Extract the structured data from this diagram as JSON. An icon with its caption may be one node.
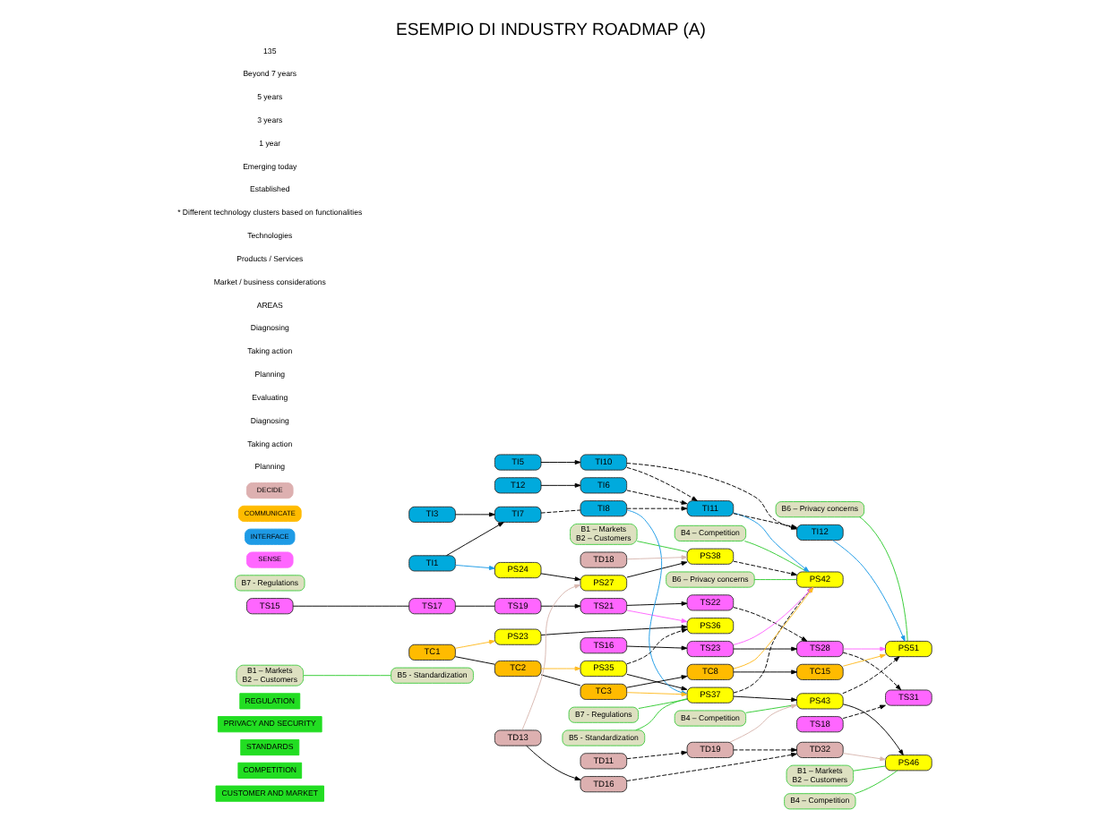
{
  "diagram": {
    "title": "ESEMPIO DI INDUSTRY ROADMAP (A)",
    "nodes": [
      {
        "text": [
          "CUSTOMER AND MARKET"
        ]
      },
      {
        "text": [
          "COMPETITION"
        ]
      },
      {
        "text": [
          "STANDARDS"
        ]
      },
      {
        "text": [
          "PRIVACY AND SECURITY"
        ]
      },
      {
        "text": [
          "REGULATION"
        ]
      },
      {
        "text": [
          "B1 – Markets",
          "B2 – Customers"
        ]
      },
      {
        "text": [
          "B4 – Competition"
        ]
      },
      {
        "text": [
          "B5 - Standardization"
        ]
      },
      {
        "text": [
          "B5 - Standardization"
        ]
      },
      {
        "text": [
          "B1 – Markets",
          "B2 – Customers"
        ]
      },
      {
        "text": [
          "B4 – Competition"
        ]
      },
      {
        "text": [
          "B6 – Privacy concerns"
        ]
      },
      {
        "text": [
          "B7 - Regulations"
        ]
      },
      {
        "text": [
          "B7 - Regulations"
        ]
      },
      {
        "text": [
          "B1 – Markets",
          "B2 – Customers"
        ]
      },
      {
        "text": [
          "B4 – Competition"
        ]
      },
      {
        "text": [
          "B6 – Privacy concerns"
        ]
      },
      {
        "text": [
          "PS23"
        ]
      },
      {
        "text": [
          "PS35"
        ]
      },
      {
        "text": [
          "PS24"
        ]
      },
      {
        "text": [
          "PS36"
        ]
      },
      {
        "text": [
          "PS27"
        ]
      },
      {
        "text": [
          "PS37"
        ]
      },
      {
        "text": [
          "PS38"
        ]
      },
      {
        "text": [
          "PS42"
        ]
      },
      {
        "text": [
          "PS43"
        ]
      },
      {
        "text": [
          "PS51"
        ]
      },
      {
        "text": [
          "PS46"
        ]
      },
      {
        "text": [
          "SENSE"
        ]
      },
      {
        "text": [
          "TS15"
        ]
      },
      {
        "text": [
          "TS17"
        ]
      },
      {
        "text": [
          "TS19"
        ]
      },
      {
        "text": [
          "TS21"
        ]
      },
      {
        "text": [
          "TS22"
        ]
      },
      {
        "text": [
          "TS16"
        ]
      },
      {
        "text": [
          "TS23"
        ]
      },
      {
        "text": [
          "TS28"
        ]
      },
      {
        "text": [
          "TS18"
        ]
      },
      {
        "text": [
          "TS31"
        ]
      },
      {
        "text": [
          "INTERFACE"
        ]
      },
      {
        "text": [
          "TI1"
        ]
      },
      {
        "text": [
          "TI3"
        ]
      },
      {
        "text": [
          "TI7"
        ]
      },
      {
        "text": [
          "TI8"
        ]
      },
      {
        "text": [
          "TI11"
        ]
      },
      {
        "text": [
          "TI5"
        ]
      },
      {
        "text": [
          "TI10"
        ]
      },
      {
        "text": [
          "TI12"
        ]
      },
      {
        "text": [
          "T12"
        ]
      },
      {
        "text": [
          "TI6"
        ]
      },
      {
        "text": [
          "COMMUNICATE"
        ]
      },
      {
        "text": [
          "TC1"
        ]
      },
      {
        "text": [
          "TC2"
        ]
      },
      {
        "text": [
          "TC3"
        ]
      },
      {
        "text": [
          "TC8"
        ]
      },
      {
        "text": [
          "TC15"
        ]
      },
      {
        "text": [
          "DECIDE"
        ]
      },
      {
        "text": [
          "TD11"
        ]
      },
      {
        "text": [
          "TD18"
        ]
      },
      {
        "text": [
          "TD19"
        ]
      },
      {
        "text": [
          "TD13"
        ]
      },
      {
        "text": [
          "TD16"
        ]
      },
      {
        "text": [
          "TD32"
        ]
      }
    ],
    "edges": [
      {
        "from": 17,
        "to": 20,
        "arrow": "to"
      },
      {
        "from": 18,
        "to": 20,
        "arrow": "to",
        "style": "dashed"
      },
      {
        "from": 18,
        "to": 22,
        "arrow": "to"
      },
      {
        "from": 19,
        "to": 21,
        "arrow": "to"
      },
      {
        "from": 21,
        "to": 23,
        "arrow": "to"
      },
      {
        "from": 22,
        "to": 24,
        "arrow": "to",
        "style": "dashed"
      },
      {
        "from": 23,
        "to": 24,
        "arrow": "to",
        "style": "dashed"
      },
      {
        "from": 22,
        "to": 25,
        "arrow": "to"
      },
      {
        "from": 25,
        "to": 26,
        "arrow": "to",
        "style": "dashed"
      },
      {
        "from": 25,
        "to": 27,
        "arrow": "to"
      },
      {
        "from": 29,
        "to": 30,
        "arrow": "none"
      },
      {
        "from": 30,
        "to": 31,
        "arrow": "none"
      },
      {
        "from": 31,
        "to": 32,
        "arrow": "to"
      },
      {
        "from": 32,
        "to": 33,
        "arrow": "to"
      },
      {
        "from": 33,
        "to": 36,
        "arrow": "to",
        "style": "dashed"
      },
      {
        "from": 34,
        "to": 35,
        "arrow": "to"
      },
      {
        "from": 35,
        "to": 36,
        "arrow": "to"
      },
      {
        "from": 36,
        "to": 38,
        "arrow": "to",
        "style": "dashed"
      },
      {
        "from": 37,
        "to": 38,
        "arrow": "to",
        "style": "dashed"
      },
      {
        "from": 40,
        "to": 42,
        "arrow": "to"
      },
      {
        "from": 41,
        "to": 42,
        "arrow": "to"
      },
      {
        "from": 42,
        "to": 43,
        "arrow": "none",
        "style": "dashed"
      },
      {
        "from": 43,
        "to": 44,
        "arrow": "to",
        "style": "dashed"
      },
      {
        "from": 45,
        "to": 46,
        "arrow": "to"
      },
      {
        "from": 46,
        "to": 44,
        "arrow": "to",
        "style": "dashed"
      },
      {
        "from": 46,
        "to": 47,
        "arrow": "to",
        "style": "dashed"
      },
      {
        "from": 44,
        "to": 47,
        "arrow": "to",
        "style": "dashed"
      },
      {
        "from": 48,
        "to": 49,
        "arrow": "to"
      },
      {
        "from": 49,
        "to": 44,
        "arrow": "to",
        "style": "dashed"
      },
      {
        "from": 51,
        "to": 52,
        "arrow": "none"
      },
      {
        "from": 52,
        "to": 53,
        "arrow": "none"
      },
      {
        "from": 53,
        "to": 54,
        "arrow": "to"
      },
      {
        "from": 54,
        "to": 55,
        "arrow": "to"
      },
      {
        "from": 57,
        "to": 59,
        "arrow": "to",
        "style": "dashed"
      },
      {
        "from": 60,
        "to": 61,
        "arrow": "to"
      },
      {
        "from": 61,
        "to": 62,
        "arrow": "to",
        "style": "dashed"
      },
      {
        "from": 59,
        "to": 62,
        "arrow": "to",
        "style": "dashed"
      },
      {
        "from": 7,
        "to": 22,
        "arrow": "none",
        "color": "#33cc33"
      },
      {
        "from": 12,
        "to": 22,
        "arrow": "none",
        "color": "#33cc33"
      },
      {
        "from": 9,
        "to": 23,
        "arrow": "none",
        "color": "#33cc33"
      },
      {
        "from": 5,
        "to": 8,
        "arrow": "none",
        "color": "#33cc33"
      },
      {
        "from": 6,
        "to": 24,
        "arrow": "none",
        "color": "#33cc33"
      },
      {
        "from": 11,
        "to": 24,
        "arrow": "none",
        "color": "#33cc33"
      },
      {
        "from": 10,
        "to": 25,
        "arrow": "none",
        "color": "#33cc33"
      },
      {
        "from": 14,
        "to": 27,
        "arrow": "none",
        "color": "#33cc33"
      },
      {
        "from": 15,
        "to": 27,
        "arrow": "none",
        "color": "#33cc33"
      },
      {
        "from": 16,
        "to": 26,
        "arrow": "none",
        "color": "#33cc33"
      },
      {
        "from": 32,
        "to": 20,
        "arrow": "to",
        "color": "#ff66ff"
      },
      {
        "from": 35,
        "to": 24,
        "arrow": "to",
        "color": "#ff66ff"
      },
      {
        "from": 36,
        "to": 26,
        "arrow": "to",
        "color": "#ff66ff"
      },
      {
        "from": 40,
        "to": 19,
        "arrow": "to",
        "color": "#1e9be6"
      },
      {
        "from": 43,
        "to": 22,
        "arrow": "to",
        "color": "#1e9be6"
      },
      {
        "from": 44,
        "to": 24,
        "arrow": "to",
        "color": "#1e9be6"
      },
      {
        "from": 47,
        "to": 26,
        "arrow": "to",
        "color": "#1e9be6"
      },
      {
        "from": 51,
        "to": 17,
        "arrow": "to",
        "color": "#ffbb22"
      },
      {
        "from": 52,
        "to": 18,
        "arrow": "to",
        "color": "#ffbb22"
      },
      {
        "from": 53,
        "to": 22,
        "arrow": "to",
        "color": "#ffbb22"
      },
      {
        "from": 54,
        "to": 24,
        "arrow": "to",
        "color": "#ffbb22"
      },
      {
        "from": 55,
        "to": 26,
        "arrow": "to",
        "color": "#ffbb22"
      },
      {
        "from": 60,
        "to": 21,
        "arrow": "to",
        "color": "#d8b8b0"
      },
      {
        "from": 58,
        "to": 23,
        "arrow": "to",
        "color": "#d8b8b0"
      },
      {
        "from": 59,
        "to": 25,
        "arrow": "to",
        "color": "#d8b8b0"
      },
      {
        "from": 62,
        "to": 27,
        "arrow": "to",
        "color": "#d8b8b0"
      }
    ],
    "labels": [
      "Planning",
      "Taking action",
      "Diagnosing",
      "Evaluating",
      "Planning",
      "Taking action",
      "Diagnosing",
      "AREAS",
      "Market / business considerations",
      "Products / Services",
      "Technologies",
      "* Different technology clusters based on functionalities",
      "Established",
      "Emerging today",
      "1 year",
      "3 years",
      "5 years",
      "Beyond 7 years",
      "135"
    ]
  }
}
